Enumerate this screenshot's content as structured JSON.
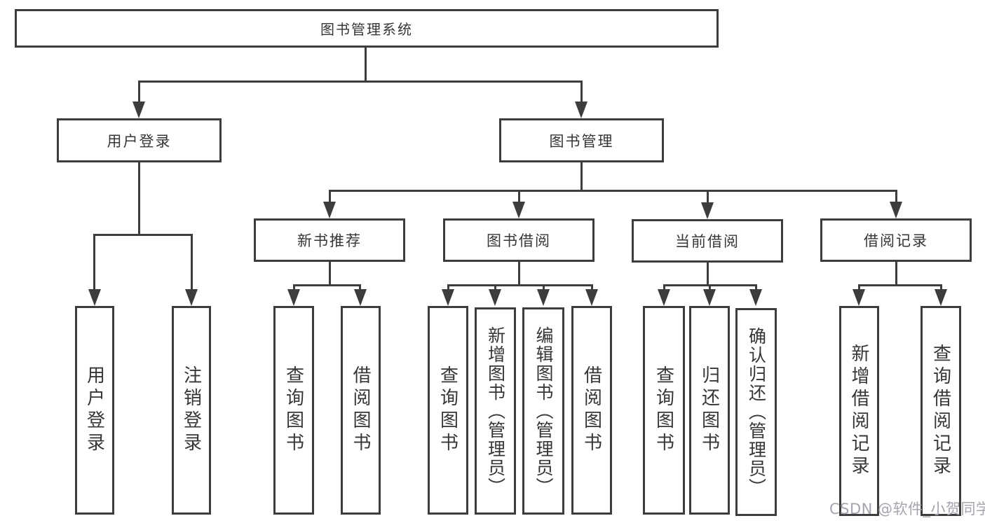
{
  "tree": {
    "root": {
      "label": "图书管理系统"
    },
    "branches": [
      {
        "label": "用户登录",
        "children": [
          {
            "label": "用户登录"
          },
          {
            "label": "注销登录"
          }
        ]
      },
      {
        "label": "图书管理",
        "children": [
          {
            "label": "新书推荐",
            "children": [
              {
                "label": "查询图书"
              },
              {
                "label": "借阅图书"
              }
            ]
          },
          {
            "label": "图书借阅",
            "children": [
              {
                "label": "查询图书"
              },
              {
                "label": "新增图书（管理员）"
              },
              {
                "label": "编辑图书（管理员）"
              },
              {
                "label": "借阅图书"
              }
            ]
          },
          {
            "label": "当前借阅",
            "children": [
              {
                "label": "查询图书"
              },
              {
                "label": "归还图书"
              },
              {
                "label": "确认归还（管理员）"
              }
            ]
          },
          {
            "label": "借阅记录",
            "children": [
              {
                "label": "新增借阅记录"
              },
              {
                "label": "查询借阅记录"
              }
            ]
          }
        ]
      }
    ]
  },
  "watermark": "CSDN @软件_小贺同学",
  "colors": {
    "line": "#3d3d3d",
    "text": "#363636",
    "watermark": "#a5a5af",
    "background": "#ffffff"
  }
}
